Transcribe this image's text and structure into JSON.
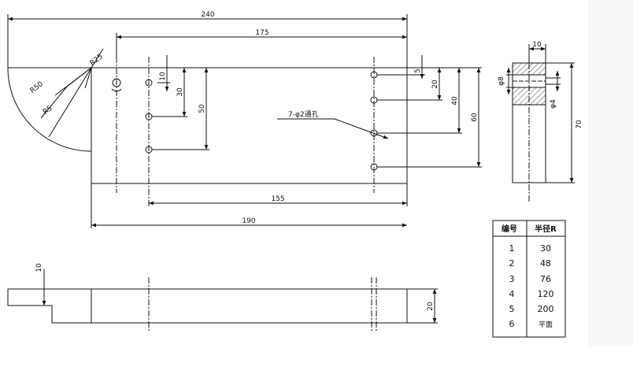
{
  "dimensions": {
    "d240": "240",
    "d175": "175",
    "d155": "155",
    "d190": "190",
    "d10": "10",
    "d30": "30",
    "d50": "50",
    "d5": "5",
    "d20": "20",
    "d40": "40",
    "d60": "60",
    "r25": "R25",
    "r50": "R50",
    "r5": "R5",
    "side_top": "10",
    "phi8": "φ8",
    "phi4": "φ4",
    "d70": "70",
    "bottom_10": "10",
    "bottom_20": "20"
  },
  "callout": "7-φ2通孔",
  "table": {
    "headers": [
      "编号",
      "半径R"
    ],
    "rows": [
      {
        "no": "1",
        "r": "30"
      },
      {
        "no": "2",
        "r": "48"
      },
      {
        "no": "3",
        "r": "76"
      },
      {
        "no": "4",
        "r": "120"
      },
      {
        "no": "5",
        "r": "200"
      },
      {
        "no": "6",
        "r": "平面"
      }
    ]
  },
  "colors": {
    "line": "#111111",
    "panel": "#f7f7f7"
  }
}
